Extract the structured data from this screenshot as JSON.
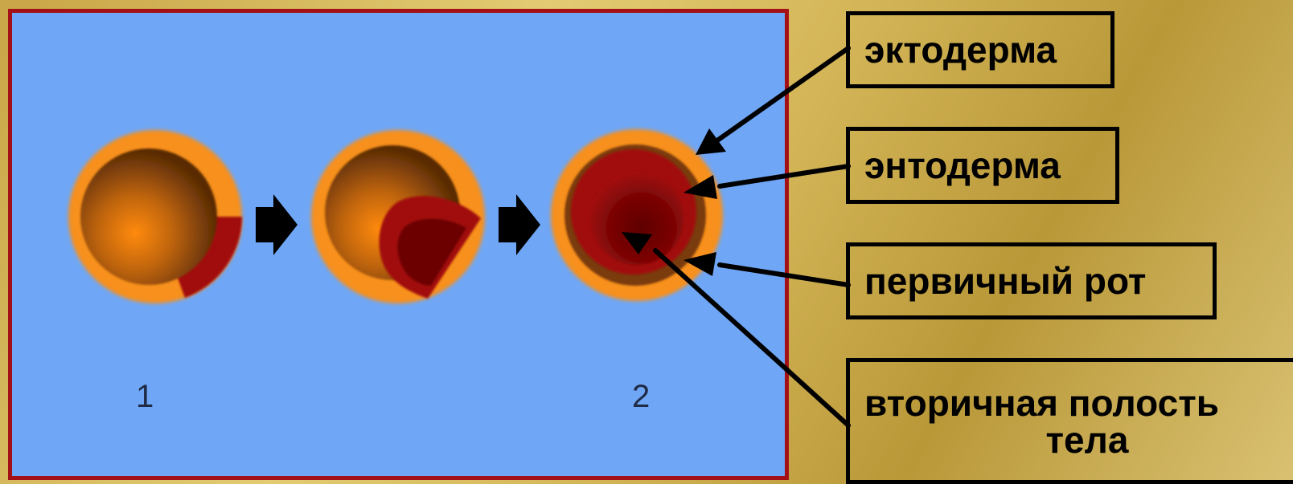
{
  "labels": {
    "ectoderm": "эктодерма",
    "endoderm": "энтодерма",
    "blastopore": "первичный рот",
    "coelom_line1": "вторичная полость",
    "coelom_line2": "тела"
  },
  "stage_numbers": {
    "first": "1",
    "second": "2"
  },
  "colors": {
    "background_gold": "#d4b658",
    "panel_blue": "#6fa6f5",
    "panel_border": "#a31116",
    "ectoderm_orange": "#f7901e",
    "endoderm_red": "#a10a0a",
    "arrow_black": "#000000"
  }
}
